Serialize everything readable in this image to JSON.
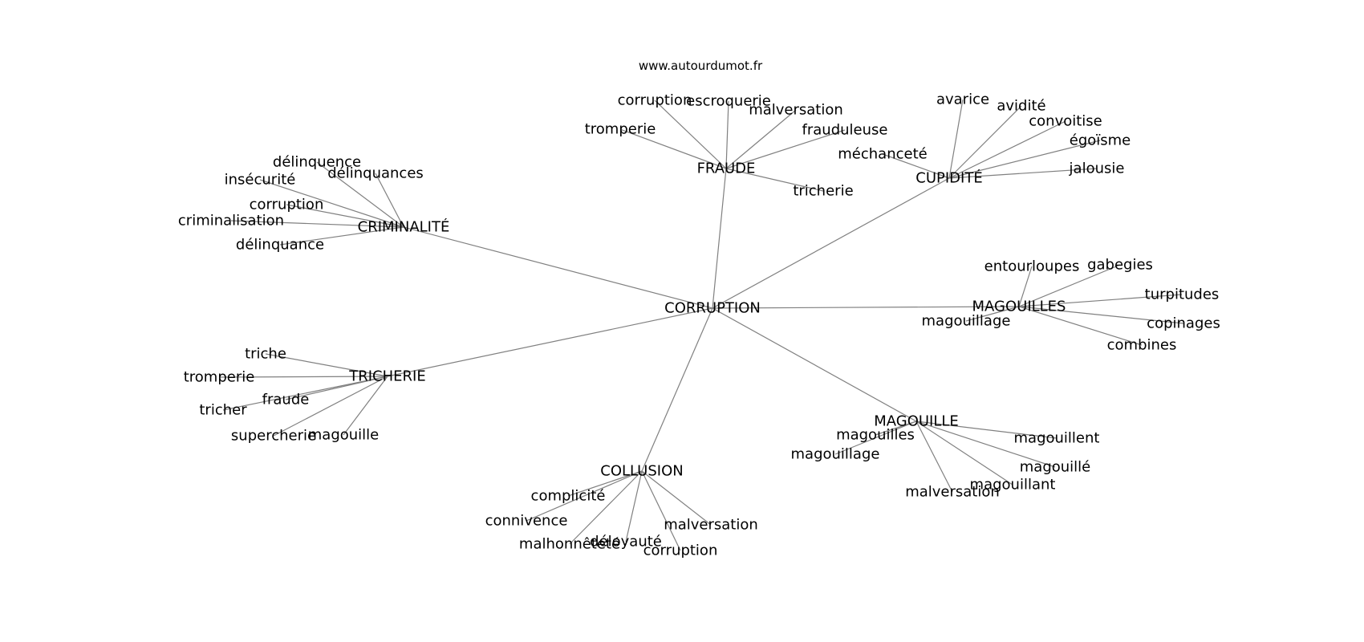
{
  "site_label": "www.autourdumot.fr",
  "center": {
    "label": "CORRUPTION"
  },
  "hubs": [
    {
      "label": "FRAUDE",
      "words": [
        "corruption",
        "escroquerie",
        "malversation",
        "tromperie",
        "frauduleuse",
        "tricherie"
      ]
    },
    {
      "label": "CUPIDITÉ",
      "words": [
        "avarice",
        "avidité",
        "convoitise",
        "égoïsme",
        "méchanceté",
        "jalousie"
      ]
    },
    {
      "label": "CRIMINALITÉ",
      "words": [
        "délinquence",
        "délinquances",
        "insécurité",
        "corruption",
        "criminalisation",
        "délinquance"
      ]
    },
    {
      "label": "MAGOUILLES",
      "words": [
        "entourloupes",
        "gabegies",
        "turpitudes",
        "magouillage",
        "copinages",
        "combines"
      ]
    },
    {
      "label": "TRICHERIE",
      "words": [
        "triche",
        "tromperie",
        "fraude",
        "tricher",
        "supercherie",
        "magouille"
      ]
    },
    {
      "label": "MAGOUILLE",
      "words": [
        "magouilles",
        "magouillent",
        "magouillage",
        "magouillé",
        "magouillant",
        "malversation"
      ]
    },
    {
      "label": "COLLUSION",
      "words": [
        "complicité",
        "connivence",
        "malversation",
        "malhonnêteté",
        "déloyauté",
        "corruption"
      ]
    }
  ]
}
